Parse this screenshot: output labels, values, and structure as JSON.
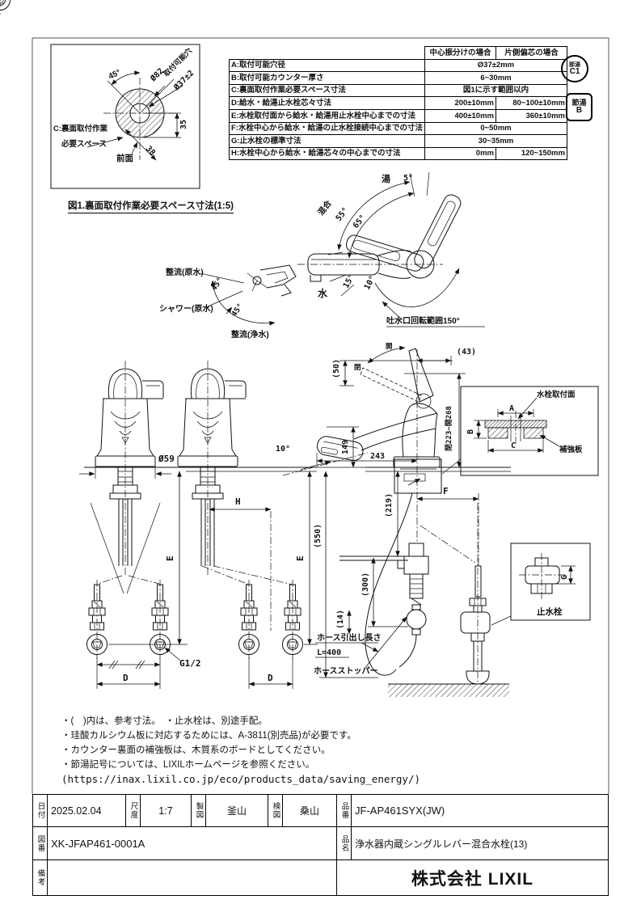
{
  "figure1": {
    "caption": "図1.裏面取付作業必要スペース寸法(1:5)",
    "angle45": "45°",
    "dia_outer": "Ø82",
    "hole_label": "取付可能穴",
    "hole_dia": "Ø37±2",
    "dim35": "35",
    "dim38": "38",
    "c_line1": "C:裏面取付作業",
    "c_line2": "必要スペース",
    "front": "前面"
  },
  "spec_table": {
    "headers": [
      "中心振分けの場合",
      "片側偏芯の場合"
    ],
    "rows": [
      {
        "label": "A:取付可能穴径",
        "center": "Ø37±2mm",
        "side": ""
      },
      {
        "label": "B:取付可能カウンター厚さ",
        "center": "6~30mm",
        "side": ""
      },
      {
        "label": "C:裏面取付作業必要スペース寸法",
        "center": "図1に示す範囲以内",
        "side": ""
      },
      {
        "label": "D:給水・給湯止水栓芯々寸法",
        "center": "200±10mm",
        "side": "80~100±10mm"
      },
      {
        "label": "E:水栓取付面から給水・給湯用止水栓中心までの寸法",
        "center": "400±10mm",
        "side": "360±10mm"
      },
      {
        "label": "F:水栓中心から給水・給湯の止水栓接続中心までの寸法",
        "center": "0~50mm",
        "side": ""
      },
      {
        "label": "G:止水栓の標準寸法",
        "center": "30~35mm",
        "side": ""
      },
      {
        "label": "H:水栓中心から給水・給湯芯々の中心までの寸法",
        "center": "0mm",
        "side": "120~150mm"
      }
    ]
  },
  "badges": {
    "c1_title": "節湯",
    "c1_value": "C1",
    "b_title": "節湯",
    "b_value": "B"
  },
  "top_view": {
    "hot": "湯",
    "deg5": "5°",
    "mix": "混合",
    "deg55": "55°",
    "deg65": "65°",
    "deg15": "15°",
    "deg10": "10°",
    "cold": "水",
    "rotation": "吐水口回転範囲150°"
  },
  "spray": {
    "stream_raw": "整流(原水)",
    "deg45a": "45°",
    "shower": "シャワー(原水)",
    "deg45b": "45°",
    "stream_pure": "整流(浄水)"
  },
  "front_view": {
    "dia59": "Ø59",
    "h": "H",
    "e1": "E",
    "e2": "E",
    "d1": "D",
    "d2": "D",
    "g12": "G1/2",
    "deg10": "10°",
    "dim550": "(550)",
    "dim219": "(219)",
    "dim300": "(300)",
    "dim14": "(14)"
  },
  "side_view": {
    "dim50": "(50)",
    "dim43": "(43)",
    "open": "開",
    "close": "閉",
    "dim149": "149",
    "dim243": "243",
    "range": "閉223~開268",
    "f": "F",
    "hose1": "ホース引出し長さ",
    "hose2": "L=400",
    "hose3": "ホースストッパー"
  },
  "detail_mount": {
    "surface": "水栓取付面",
    "a": "A",
    "b": "B",
    "c": "C",
    "plate": "補強板"
  },
  "detail_valve": {
    "name": "止水栓",
    "g": "G"
  },
  "notes": [
    "・(　)内は、参考寸法。　・止水栓は、別途手配。",
    "・珪酸カルシウム板に対応するためには、A-3811(別売品)が必要です。",
    "・カウンター裏面の補強板は、木質系のボードとしてください。",
    "・節湯記号については、LIXILホームページを参照ください。",
    "(https://inax.lixil.co.jp/eco/products_data/saving_energy/)"
  ],
  "title_block": {
    "date_label": "日付",
    "date": "2025.02.04",
    "scale_label": "尺度",
    "scale": "1:7",
    "drafter_label": "製図",
    "drafter": "釜山",
    "checker_label": "検図",
    "checker": "桑山",
    "part_label": "品番",
    "part_no": "JF-AP461SYX(JW)",
    "dwg_label": "図番",
    "dwg_no": "XK-JFAP461-0001A",
    "name_label": "品名",
    "product_name": "浄水器内蔵シングルレバー混合水栓(13)",
    "remarks_label": "備考",
    "company": "株式会社 LIXIL"
  }
}
